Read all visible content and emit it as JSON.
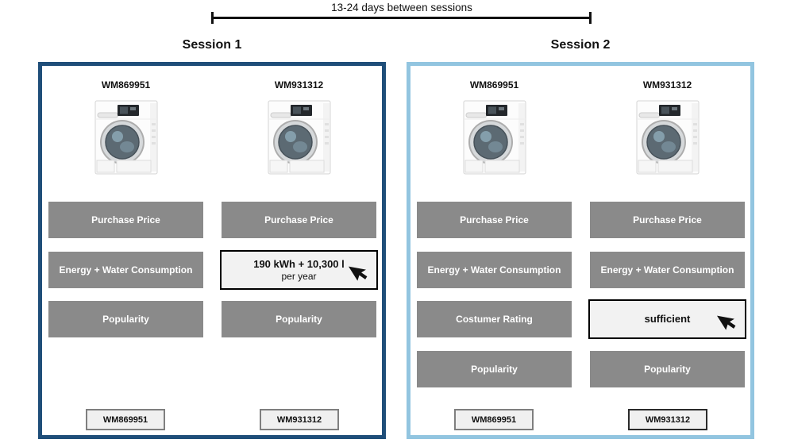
{
  "timeline": {
    "label": "13-24 days between sessions"
  },
  "sessions": [
    {
      "title": "Session 1",
      "columns": [
        {
          "model": "WM869951",
          "attribute_buttons": [
            "Purchase Price",
            "Energy + Water Consumption",
            "Popularity"
          ],
          "select_label": "WM869951"
        },
        {
          "model": "WM931312",
          "attribute_buttons": [
            "Purchase Price",
            "Popularity"
          ],
          "revealed_value": {
            "line1": "190 kWh + 10,300 l",
            "line2": "per year"
          },
          "select_label": "WM931312"
        }
      ]
    },
    {
      "title": "Session 2",
      "columns": [
        {
          "model": "WM869951",
          "attribute_buttons": [
            "Purchase Price",
            "Energy + Water Consumption",
            "Costumer Rating",
            "Popularity"
          ],
          "select_label": "WM869951"
        },
        {
          "model": "WM931312",
          "attribute_buttons": [
            "Purchase Price",
            "Energy + Water Consumption",
            "Popularity"
          ],
          "revealed_value": {
            "line1": "sufficient"
          },
          "select_label": "WM931312"
        }
      ]
    }
  ],
  "icons": {
    "cursor": "mouse-cursor-arrow",
    "washer": "washing-machine-photo"
  },
  "colors": {
    "session1_border": "#1f4e79",
    "session2_border": "#92c5e0",
    "attribute_button_bg": "#8a8a8a",
    "attribute_button_text": "#ffffff",
    "revealed_bg": "#f2f2f2",
    "revealed_border": "#000000"
  }
}
